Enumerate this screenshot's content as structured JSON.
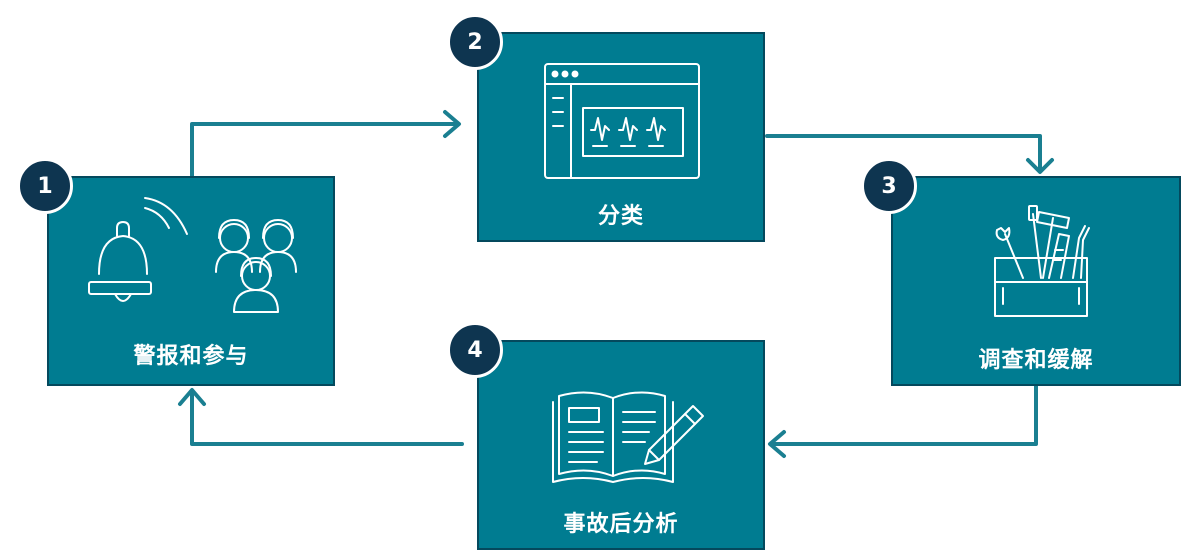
{
  "colors": {
    "box_fill": "#007c91",
    "box_border": "#04495d",
    "badge_fill": "#0e3550",
    "connector": "#1a7f91",
    "icon_stroke": "#ffffff"
  },
  "steps": [
    {
      "number": "1",
      "label": "警报和参与",
      "icon": "bell-and-responders-icon"
    },
    {
      "number": "2",
      "label": "分类",
      "icon": "monitor-waveform-icon"
    },
    {
      "number": "3",
      "label": "调查和缓解",
      "icon": "toolbox-icon"
    },
    {
      "number": "4",
      "label": "事故后分析",
      "icon": "open-book-pencil-icon"
    }
  ]
}
